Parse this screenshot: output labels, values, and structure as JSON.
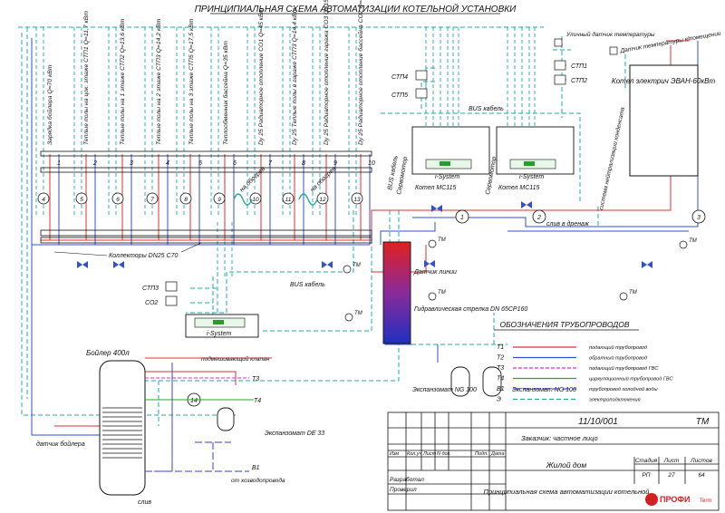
{
  "title": "ПРИНЦИПИАЛЬНАЯ СХЕМА АВТОМАТИЗАЦИИ КОТЕЛЬНОЙ УСТАНОВКИ",
  "branches": [
    {
      "label": "Зарядка бойлера Q=70 кВт",
      "num": "1"
    },
    {
      "label": "Теплые полы на цок. этаже СТП1 Q=11,7 кВт",
      "num": "2"
    },
    {
      "label": "Теплые полы на 1 этаже СТП2 Q=13,6 кВт",
      "num": "3"
    },
    {
      "label": "Теплые полы на 2 этаже СТП3 Q=14,2 кВт",
      "num": "4"
    },
    {
      "label": "Теплые полы на 3 этаже СТП5 Q=17,5 кВт",
      "num": "5"
    },
    {
      "label": "Теплообменник бассейна Q=35 кВт",
      "num": "6"
    },
    {
      "label": "Dy 25 Радиаторное отопление СО1 Q=45 кВт",
      "num": "7"
    },
    {
      "label": "Dy 25 Теплые полы в гараже СТП3 Q=14,4 кВт",
      "num": "8"
    },
    {
      "label": "Dy 25 Радиаторное отопление гаража СО3 Q=15 кВт",
      "num": "9"
    },
    {
      "label": "Dy 25 Радиаторное отопление бассейна СО2 Q=27,5 кВт",
      "num": "10"
    }
  ],
  "pump_numbers": [
    "4",
    "5",
    "6",
    "7",
    "8",
    "9",
    "10",
    "11",
    "12",
    "13"
  ],
  "labels": {
    "na_obogrev1": "на обогрев",
    "na_obogrev2": "на обогрев",
    "collectors": "Коллекторы DN25 С70",
    "bus1": "BUS кабель",
    "bus2": "BUS кабель",
    "bus3": "BUS кабель",
    "servomotor1": "Сервомотор",
    "servomotor2": "Сервомотор",
    "stp4": "СТП4",
    "stp5": "СТП5",
    "stp3": "СТП3",
    "co2": "СО2",
    "stp1": "СТП1",
    "stp2": "СТП2",
    "outdoor_sensor": "Уличный датчик температуры",
    "room_sensor": "Датчик температуры в помещении",
    "boiler_el": "Котел электрич ЭВАН-60кВт",
    "kotel1": "Котел МС115",
    "kotel2": "Котел МС115",
    "isystem1": "i-System",
    "isystem2": "i-System",
    "isystem3": "i-System",
    "neutralization": "система нейтрализации конденсата",
    "drain": "слив в дренаж",
    "line_sensor": "Датчик линии",
    "hydro_arrow": "Гидравлическая стрелка DN 65CP160",
    "boiler400": "Бойлер 400л",
    "boiler_sensor": "датчик бойлера",
    "mixing_valve": "подмешивающий клапан",
    "expansion1": "Экспанзомат NG 100",
    "expansion2": "Экспанзомат NG 100",
    "expansion3": "Экспанзомат DE 33",
    "from_water": "от хозводопровода",
    "drain2": "слив",
    "tm": "ТМ",
    "t3": "Т3",
    "t4": "Т4",
    "b1": "В1",
    "pump1": "1",
    "pump2": "2",
    "pump3": "3",
    "pump14": "14"
  },
  "legend": {
    "title": "ОБОЗНАЧЕНИЯ ТРУБОПРОВОДОВ",
    "items": [
      {
        "code": "Т1",
        "text": "подающий трубопровод",
        "color": "#e03030",
        "dash": ""
      },
      {
        "code": "Т2",
        "text": "обратный трубопровод",
        "color": "#3050d0",
        "dash": ""
      },
      {
        "code": "Т3",
        "text": "подающий трубопровод ГВС",
        "color": "#cc33cc",
        "dash": "4 2"
      },
      {
        "code": "Т4",
        "text": "циркуляционный трубопровод ГВС",
        "color": "#22aa22",
        "dash": ""
      },
      {
        "code": "В1",
        "text": "трубопровод холодной воды",
        "color": "#4040c0",
        "dash": "8 3"
      },
      {
        "code": "Э",
        "text": "электроподключения",
        "color": "#20a8a8",
        "dash": "5 3"
      }
    ]
  },
  "stamp": {
    "code": "11/10/001",
    "tm": "ТМ",
    "customer": "Заказчик: частное лицо",
    "headers": [
      "Изм",
      "Кол.уч",
      "Лист",
      "N док.",
      "Подп.",
      "Дата"
    ],
    "developed": "Разработал",
    "checked": "Проверил",
    "object": "Жилой дом",
    "stage_h": "Стадия",
    "sheet_h": "Лист",
    "sheets_h": "Листов",
    "stage": "РП",
    "sheet": "27",
    "sheets": "64",
    "drawing": "Принципиальная схема автоматизации котельной",
    "logo": "ПРОФИ",
    "logo_sub": "Term"
  },
  "colors": {
    "supply": "#e03030",
    "return": "#3050d0",
    "dhw": "#cc33cc",
    "circ": "#22aa22",
    "cold": "#4040c0",
    "electric": "#20a8a8",
    "ink": "#111111"
  }
}
